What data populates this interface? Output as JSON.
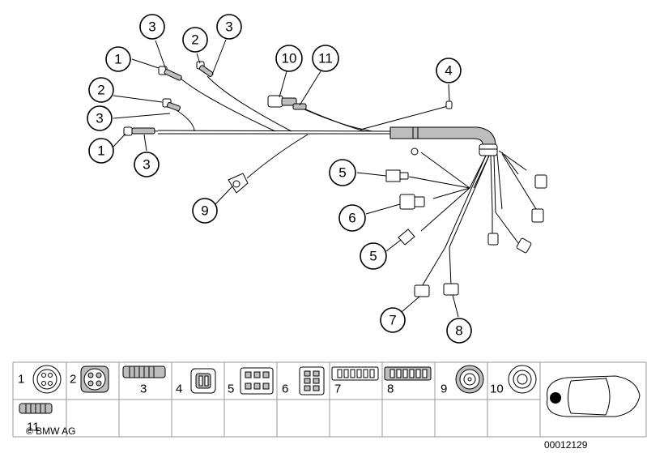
{
  "callouts": {
    "c1a": "1",
    "c1b": "1",
    "c2a": "2",
    "c2b": "2",
    "c3a": "3",
    "c3b": "3",
    "c3c": "3",
    "c3d": "3",
    "c4": "4",
    "c5a": "5",
    "c5b": "5",
    "c6": "6",
    "c7": "7",
    "c8": "8",
    "c9": "9",
    "c10": "10",
    "c11": "11"
  },
  "legend": {
    "cells": [
      "1",
      "2",
      "3",
      "4",
      "5",
      "6",
      "7",
      "8",
      "9",
      "10",
      "11"
    ]
  },
  "footer": {
    "copyright": "© BMW AG",
    "part_number": "00012129"
  }
}
